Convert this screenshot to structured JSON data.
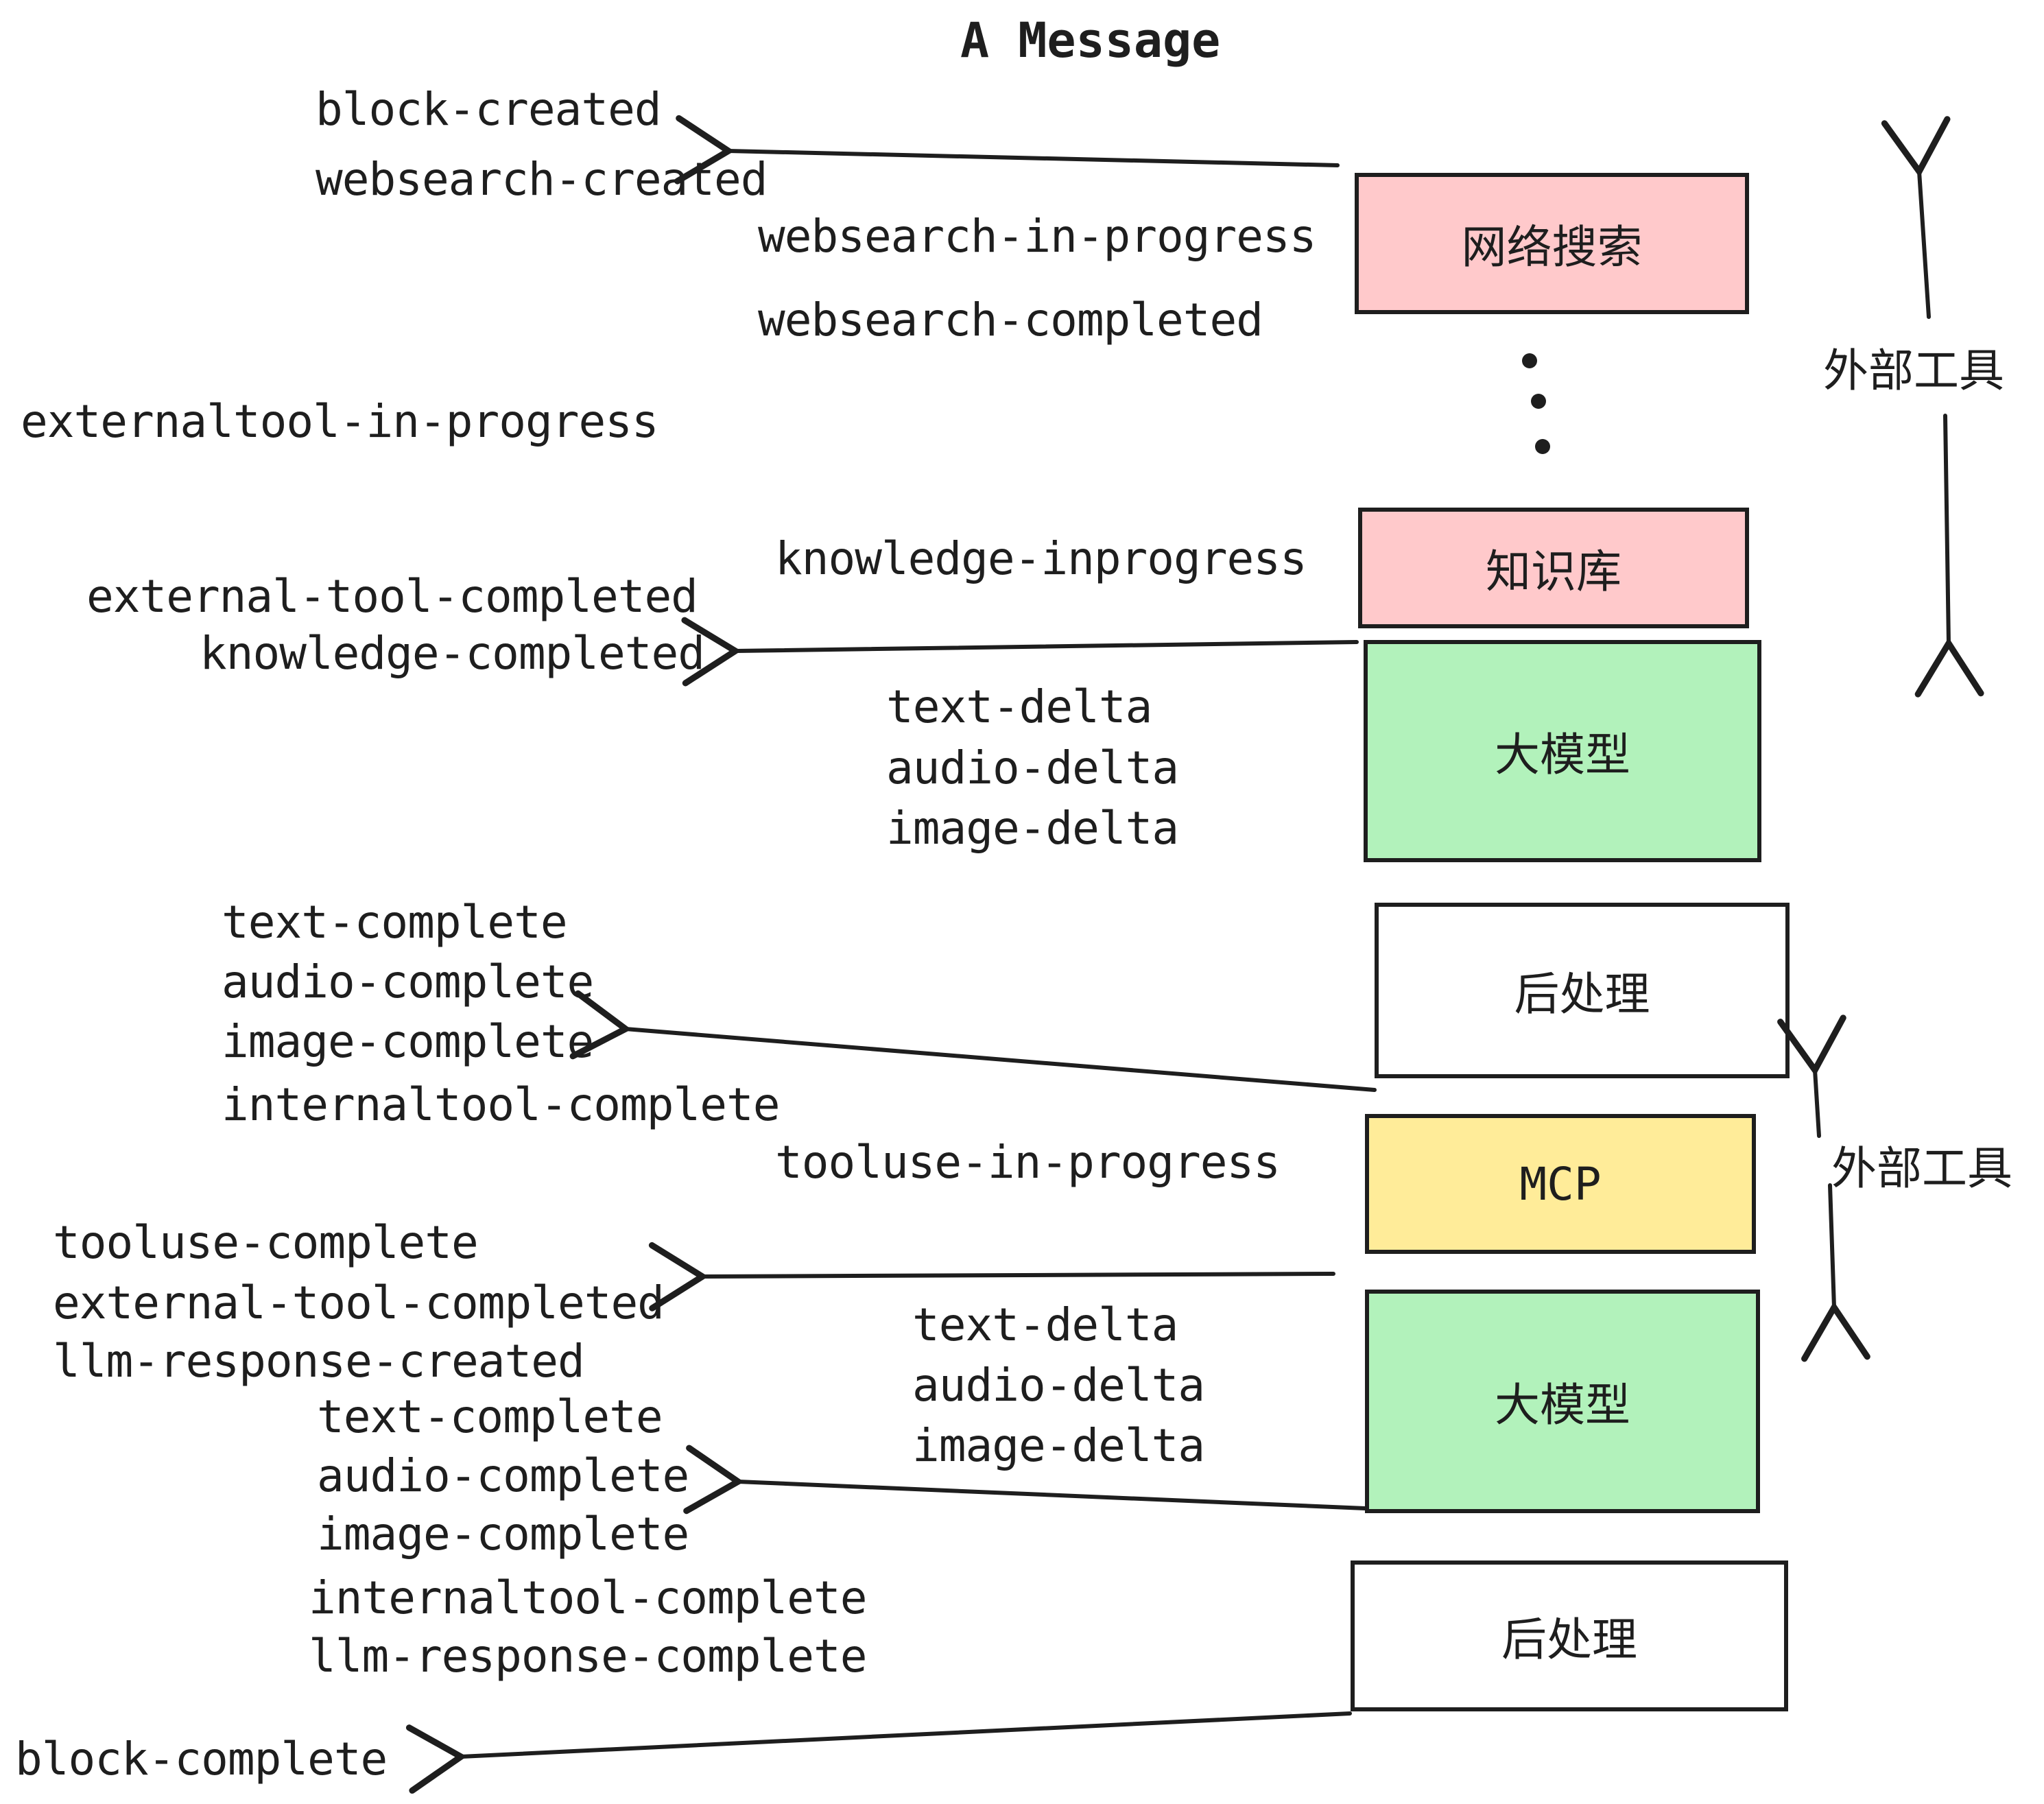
{
  "title": "A Message",
  "colors": {
    "pink": "#ffc9cb",
    "green": "#b2f2bb",
    "yellow": "#ffec99",
    "stroke": "#1e1e1e"
  },
  "boxes": {
    "websearch": "网络搜索",
    "knowledge": "知识库",
    "llm1": "大模型",
    "post1": "后处理",
    "mcp": "MCP",
    "llm2": "大模型",
    "post2": "后处理"
  },
  "side_labels": {
    "external_tools_top": "外部工具",
    "external_tools_middle": "外部工具"
  },
  "events": {
    "block_created": "block-created",
    "websearch_created": "websearch-created",
    "websearch_in_progress": "websearch-in-progress",
    "websearch_completed": "websearch-completed",
    "externaltool_in_progress": "externaltool-in-progress",
    "knowledge_inprogress": "knowledge-inprogress",
    "external_tool_completed": "external-tool-completed",
    "knowledge_completed": "knowledge-completed",
    "text_delta": "text-delta",
    "audio_delta": "audio-delta",
    "image_delta": "image-delta",
    "text_complete": "text-complete",
    "audio_complete": "audio-complete",
    "image_complete": "image-complete",
    "internaltool_complete": "internaltool-complete",
    "tooluse_in_progress": "tooluse-in-progress",
    "tooluse_complete": "tooluse-complete",
    "llm_response_created": "llm-response-created",
    "llm_response_complete": "llm-response-complete",
    "block_complete": "block-complete"
  }
}
